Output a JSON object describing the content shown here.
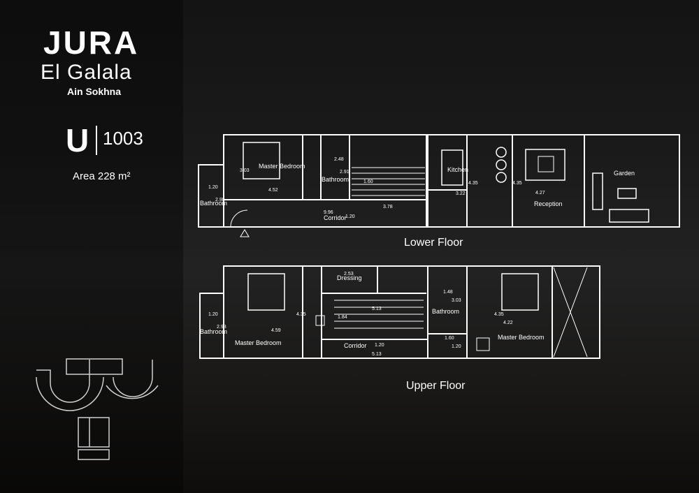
{
  "brand": {
    "name": "JURA",
    "subtitle": "El Galala",
    "location": "Ain Sokhna"
  },
  "unit": {
    "letter": "U",
    "number": "1003",
    "area": "Area 228 m²"
  },
  "floors": [
    {
      "label": "Lower Floor",
      "rooms": [
        "Master Bedroom",
        "Bathroom",
        "Bathroom",
        "Kitchen",
        "Reception",
        "Garden",
        "Corridor"
      ],
      "dimensions": [
        "3.03",
        "4.52",
        "2.48",
        "2.91",
        "1.20",
        "2.98",
        "9.96",
        "1.20",
        "3.78",
        "4.35",
        "3.22",
        "4.35",
        "4.27",
        "1.60"
      ]
    },
    {
      "label": "Upper Floor",
      "rooms": [
        "Dressing",
        "Bathroom",
        "Master Bedroom",
        "Corridor",
        "Bathroom",
        "Master Bedroom"
      ],
      "dimensions": [
        "2.53",
        "1.20",
        "2.98",
        "4.59",
        "4.35",
        "1.84",
        "5.13",
        "1.20",
        "5.13",
        "1.48",
        "3.03",
        "1.60",
        "1.20",
        "4.35",
        "4.22"
      ]
    }
  ],
  "colors": {
    "lines": "#ffffff",
    "background": "#1a1a1a"
  }
}
